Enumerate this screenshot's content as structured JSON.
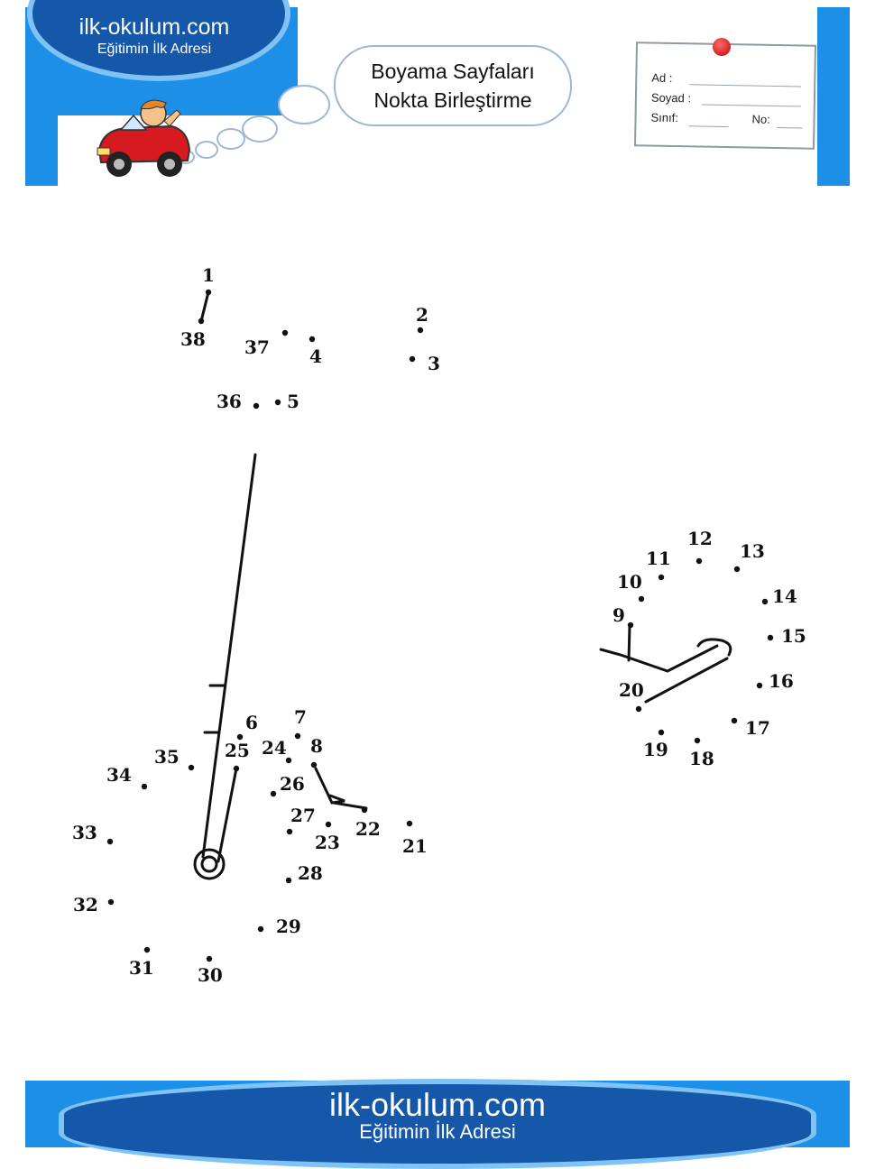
{
  "header": {
    "site": "ilk-okulum.com",
    "slogan": "Eğitimin İlk Adresi",
    "title_line1": "Boyama Sayfaları",
    "title_line2": "Nokta Birleştirme"
  },
  "name_card": {
    "ad": "Ad :",
    "soyad": "Soyad :",
    "sinif": "Sınıf:",
    "no": "No:"
  },
  "footer": {
    "site": "ilk-okulum.com",
    "slogan": "Eğitimin İlk Adresi"
  },
  "colors": {
    "header_blue": "#1e8fe6",
    "logo_dark_blue": "#1557a8",
    "logo_rim": "#7fc3f5",
    "car_red": "#d71920",
    "pin_red": "#d00000"
  },
  "icons": [
    "car-boy-icon",
    "push-pin-icon"
  ],
  "dots": [
    {
      "n": "1"
    },
    {
      "n": "2"
    },
    {
      "n": "3"
    },
    {
      "n": "4"
    },
    {
      "n": "5"
    },
    {
      "n": "6"
    },
    {
      "n": "7"
    },
    {
      "n": "8"
    },
    {
      "n": "9"
    },
    {
      "n": "10"
    },
    {
      "n": "11"
    },
    {
      "n": "12"
    },
    {
      "n": "13"
    },
    {
      "n": "14"
    },
    {
      "n": "15"
    },
    {
      "n": "16"
    },
    {
      "n": "17"
    },
    {
      "n": "18"
    },
    {
      "n": "19"
    },
    {
      "n": "20"
    },
    {
      "n": "21"
    },
    {
      "n": "22"
    },
    {
      "n": "23"
    },
    {
      "n": "24"
    },
    {
      "n": "25"
    },
    {
      "n": "26"
    },
    {
      "n": "27"
    },
    {
      "n": "28"
    },
    {
      "n": "29"
    },
    {
      "n": "30"
    },
    {
      "n": "31"
    },
    {
      "n": "32"
    },
    {
      "n": "33"
    },
    {
      "n": "34"
    },
    {
      "n": "35"
    },
    {
      "n": "36"
    },
    {
      "n": "37"
    },
    {
      "n": "38"
    }
  ]
}
